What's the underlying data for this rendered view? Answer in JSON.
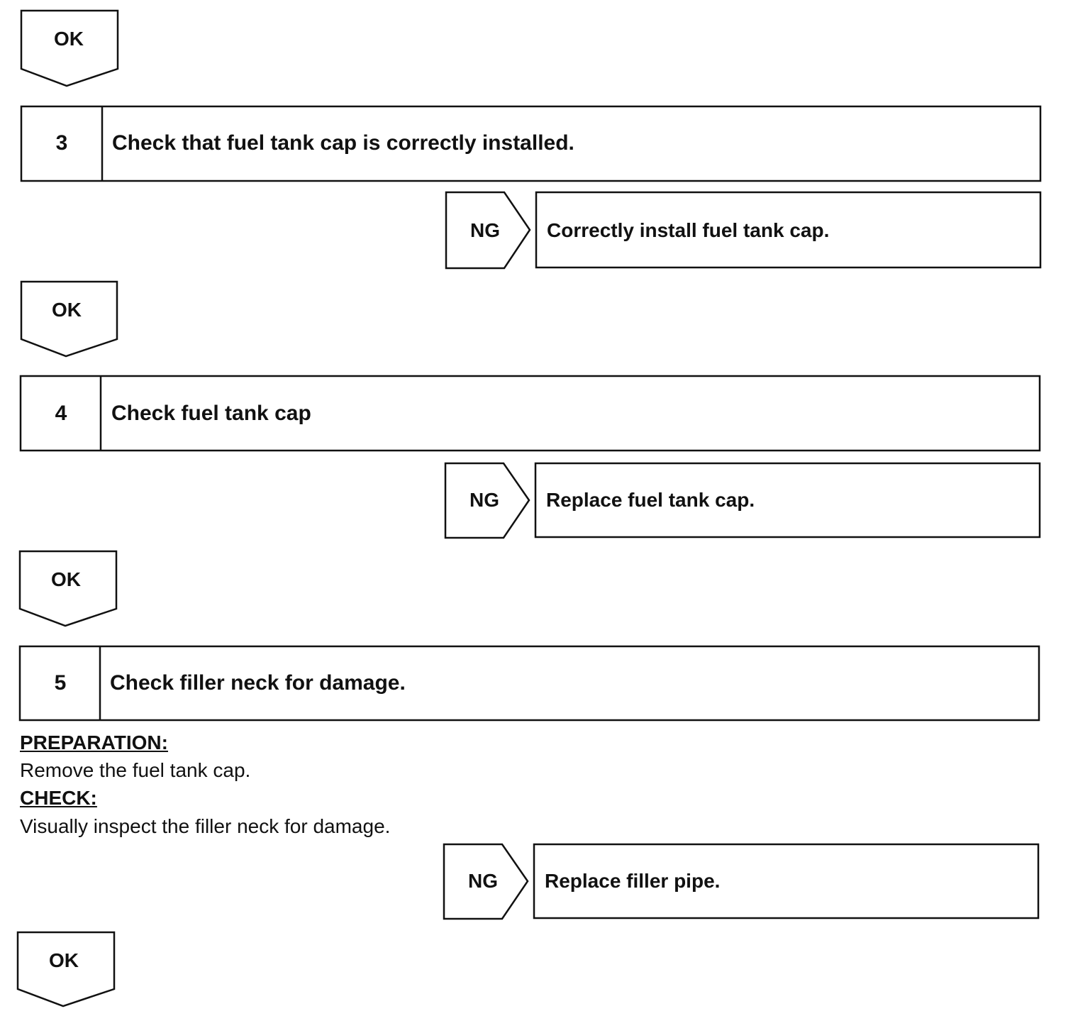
{
  "flow": {
    "ok_label": "OK",
    "ng_label": "NG",
    "steps": [
      {
        "number": "3",
        "title": "Check that fuel tank cap is correctly installed.",
        "ng_action": "Correctly install fuel tank cap."
      },
      {
        "number": "4",
        "title": "Check fuel tank cap",
        "ng_action": "Replace fuel tank cap."
      },
      {
        "number": "5",
        "title": "Check filler neck for damage.",
        "preparation_heading": "PREPARATION:",
        "preparation_text": "Remove the fuel tank cap.",
        "check_heading": "CHECK:",
        "check_text": "Visually inspect the filler neck for damage.",
        "ng_action": "Replace filler pipe."
      }
    ]
  }
}
